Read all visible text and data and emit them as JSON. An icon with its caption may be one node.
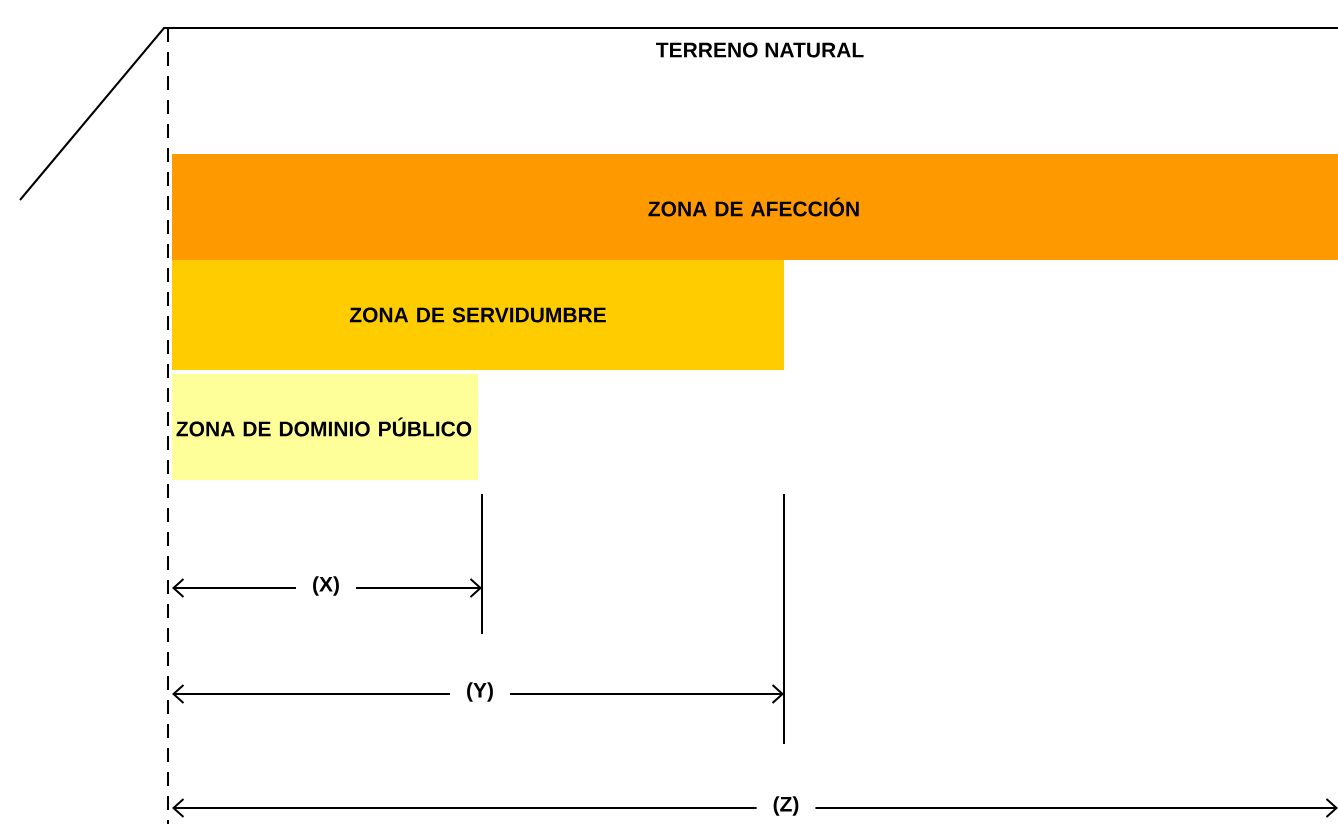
{
  "diagram": {
    "nodes": [
      {
        "text": [
          "ZONA DE AFECCIÓN"
        ]
      },
      {
        "text": [
          "ZONA DE SERVIDUMBRE"
        ]
      },
      {
        "text": [
          "ZONA DE DOMINIO PÚBLICO"
        ]
      }
    ],
    "labels": [
      "TERRENO NATURAL",
      "(X)",
      "(Y)",
      "(Z)"
    ]
  }
}
